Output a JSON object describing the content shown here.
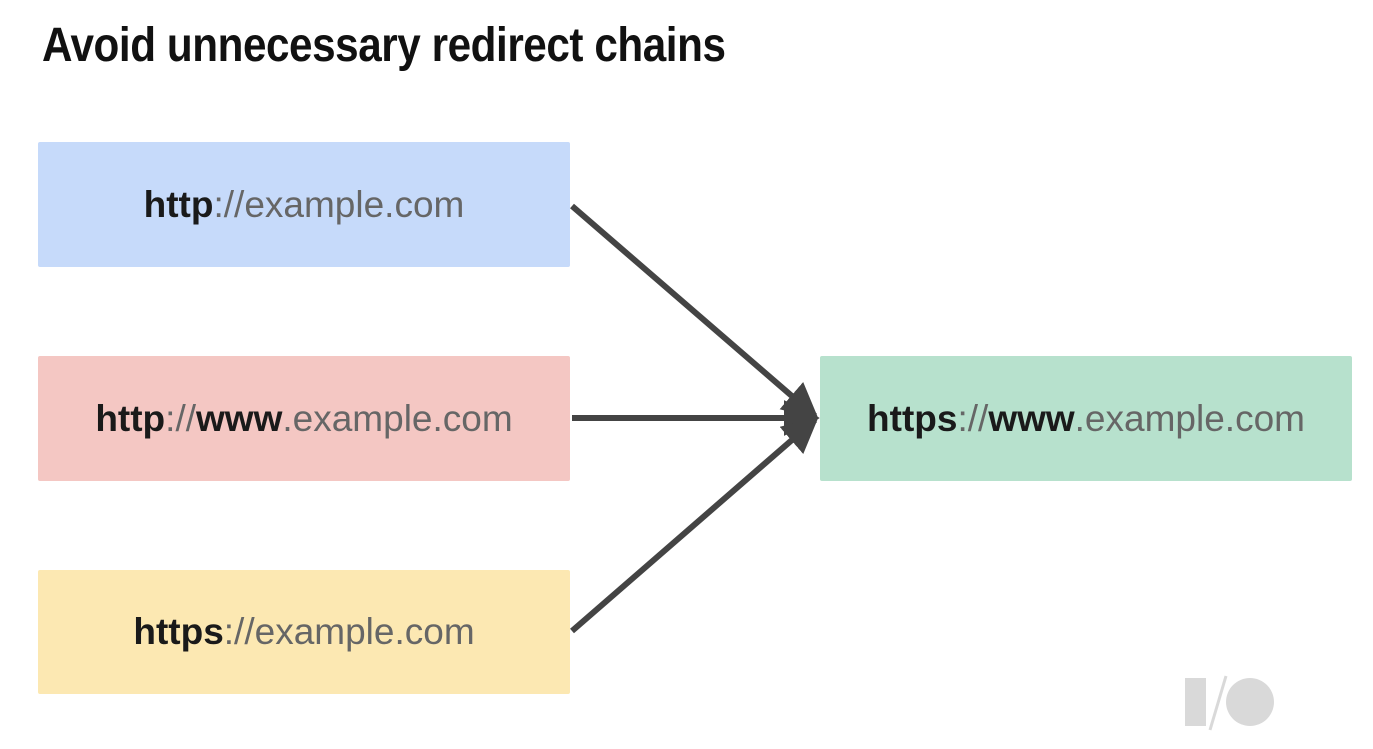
{
  "title": "Avoid unnecessary redirect chains",
  "colors": {
    "blue_box": "#c6dafa",
    "red_box": "#f4c7c3",
    "yellow_box": "#fce8b2",
    "green_box": "#b7e1cd",
    "arrow": "#444444",
    "logo": "#d9d9d9"
  },
  "sources": [
    {
      "id": "box1",
      "color_key": "blue_box",
      "parts": [
        {
          "text": "http",
          "bold": true
        },
        {
          "text": "://example.com",
          "bold": false
        }
      ]
    },
    {
      "id": "box2",
      "color_key": "red_box",
      "parts": [
        {
          "text": "http",
          "bold": true
        },
        {
          "text": "://",
          "bold": false
        },
        {
          "text": "www",
          "bold": true
        },
        {
          "text": ".example.com",
          "bold": false
        }
      ]
    },
    {
      "id": "box3",
      "color_key": "yellow_box",
      "parts": [
        {
          "text": "https",
          "bold": true
        },
        {
          "text": "://example.com",
          "bold": false
        }
      ]
    }
  ],
  "target": {
    "id": "box4",
    "color_key": "green_box",
    "parts": [
      {
        "text": "https",
        "bold": true
      },
      {
        "text": "://",
        "bold": false
      },
      {
        "text": "www",
        "bold": true
      },
      {
        "text": ".example.com",
        "bold": false
      }
    ]
  },
  "edges": [
    {
      "from": "box1",
      "to": "box4"
    },
    {
      "from": "box2",
      "to": "box4"
    },
    {
      "from": "box3",
      "to": "box4"
    }
  ],
  "logo": "google-io-logo"
}
